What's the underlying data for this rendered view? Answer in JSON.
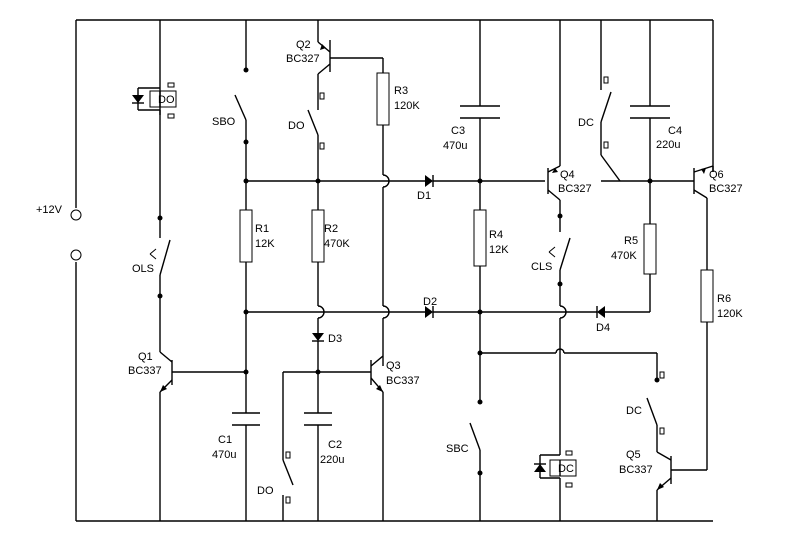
{
  "supply": {
    "label": "+12V"
  },
  "components": {
    "Q1": {
      "name": "Q1",
      "type": "BC337"
    },
    "Q2": {
      "name": "Q2",
      "type": "BC327"
    },
    "Q3": {
      "name": "Q3",
      "type": "BC337"
    },
    "Q4": {
      "name": "Q4",
      "type": "BC327"
    },
    "Q5": {
      "name": "Q5",
      "type": "BC337"
    },
    "Q6": {
      "name": "Q6",
      "type": "BC327"
    },
    "R1": {
      "name": "R1",
      "value": "12K"
    },
    "R2": {
      "name": "R2",
      "value": "470K"
    },
    "R3": {
      "name": "R3",
      "value": "120K"
    },
    "R4": {
      "name": "R4",
      "value": "12K"
    },
    "R5": {
      "name": "R5",
      "value": "470K"
    },
    "R6": {
      "name": "R6",
      "value": "120K"
    },
    "C1": {
      "name": "C1",
      "value": "470u"
    },
    "C2": {
      "name": "C2",
      "value": "220u"
    },
    "C3": {
      "name": "C3",
      "value": "470u"
    },
    "C4": {
      "name": "C4",
      "value": "220u"
    },
    "D1": {
      "name": "D1"
    },
    "D2": {
      "name": "D2"
    },
    "D3": {
      "name": "D3"
    },
    "D4": {
      "name": "D4"
    }
  },
  "switches": {
    "OLS": "OLS",
    "CLS": "CLS",
    "SBO": "SBO",
    "SBC": "SBC",
    "DO_contact": "DO",
    "DC_contact": "DC"
  },
  "relays": {
    "DO": "DO",
    "DC": "DC"
  }
}
